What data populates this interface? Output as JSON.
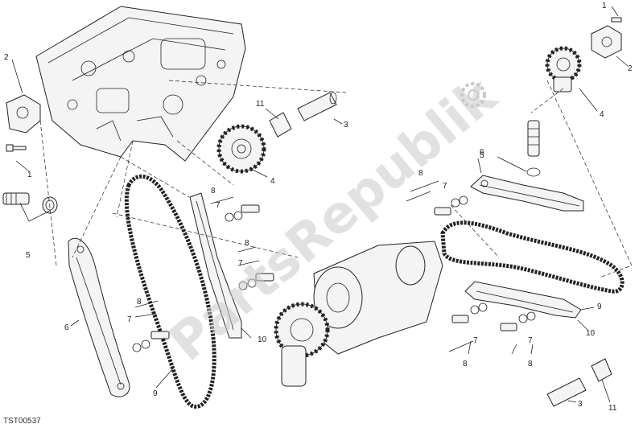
{
  "diagram_code": "TST00537",
  "watermark": {
    "text": "PartsRepublik",
    "logo_icon": "gear-icon",
    "color": "#c8c8c8"
  },
  "callouts": [
    "1",
    "2",
    "3",
    "4",
    "5",
    "6",
    "7",
    "8",
    "9",
    "10",
    "11"
  ],
  "labels": {
    "n1a": "1",
    "n1b": "1",
    "n2a": "2",
    "n2b": "2",
    "n3a": "3",
    "n3b": "3",
    "n4a": "4",
    "n4b": "4",
    "n5a": "5",
    "n5b": "5",
    "n6a": "6",
    "n6b": "6",
    "n7a": "7",
    "n7b": "7",
    "n7c": "7",
    "n7d": "7",
    "n7e": "7",
    "n7f": "7",
    "n8a": "8",
    "n8b": "8",
    "n8c": "8",
    "n8d": "8",
    "n8e": "8",
    "n8f": "8",
    "n9a": "9",
    "n9b": "9",
    "n10a": "10",
    "n10b": "10",
    "n11a": "11",
    "n11b": "11"
  }
}
